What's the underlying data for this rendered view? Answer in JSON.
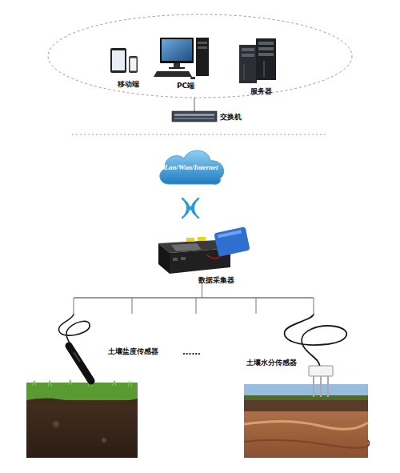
{
  "diagram": {
    "nodes": [
      {
        "text": [
          "移动端"
        ]
      },
      {
        "text": [
          "PC端"
        ]
      },
      {
        "text": [
          "服务器"
        ]
      },
      {
        "text": [
          "交换机"
        ]
      },
      {
        "text": [
          "Lan/Wan/Internet"
        ]
      },
      {
        "text": [
          "数据采集器"
        ]
      },
      {
        "text": [
          "土壤盐度传感器"
        ]
      },
      {
        "text": [
          "土壤水分传感器"
        ]
      }
    ],
    "edges": [
      {
        "from": 5,
        "to": 6,
        "arrow": "none"
      },
      {
        "from": 5,
        "to": 7,
        "arrow": "none"
      }
    ],
    "labels": [
      "......"
    ]
  }
}
